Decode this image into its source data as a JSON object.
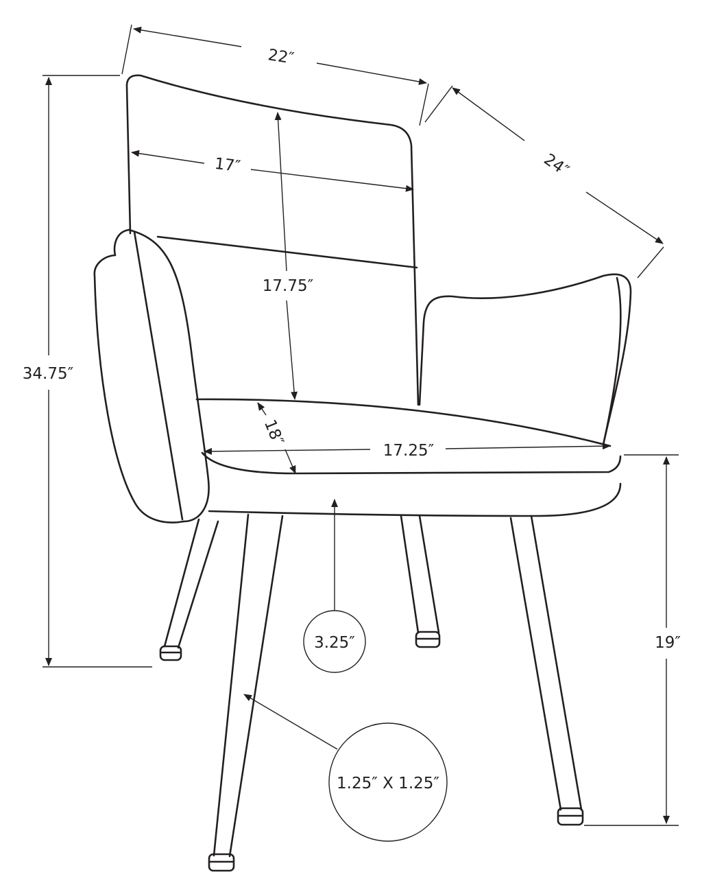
{
  "dimensions": {
    "width_top": "22″",
    "depth_top": "24″",
    "back_inner_width": "17″",
    "back_height": "17.75″",
    "overall_height": "34.75″",
    "seat_depth": "18″",
    "seat_width": "17.25″",
    "seat_height": "19″",
    "base_circle": "3.25″",
    "leg_section_circle": "1.25″ X 1.25″"
  },
  "colors": {
    "line": "#231f20",
    "background": "#ffffff"
  }
}
